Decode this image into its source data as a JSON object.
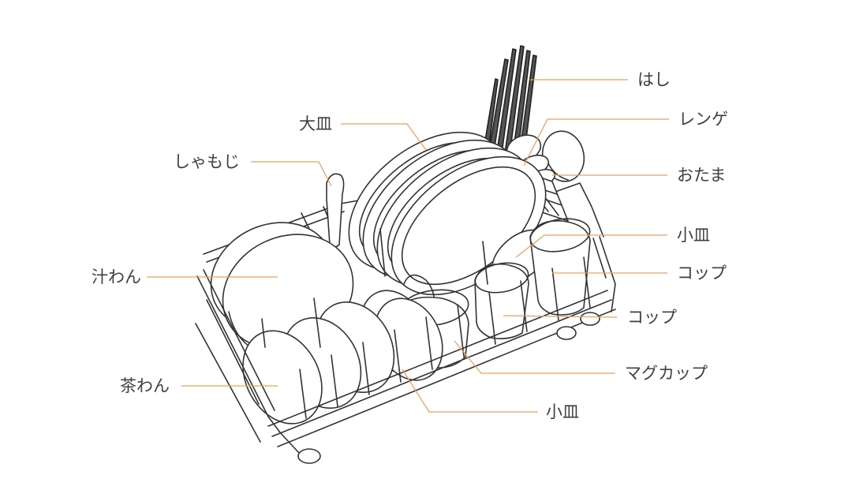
{
  "labels": {
    "hashi": "はし",
    "oozara": "大皿",
    "renge": "レンゲ",
    "shamoji": "しゃもじ",
    "otama": "おたま",
    "kozara_right": "小皿",
    "shiruwan": "汁わん",
    "cup_right": "コップ",
    "cup_mid": "コップ",
    "chawan": "茶わん",
    "magcup": "マグカップ",
    "kozara_bottom": "小皿"
  },
  "colors": {
    "leader_line": "#e8a061",
    "text": "#404040",
    "drawing_stroke": "#333333"
  }
}
